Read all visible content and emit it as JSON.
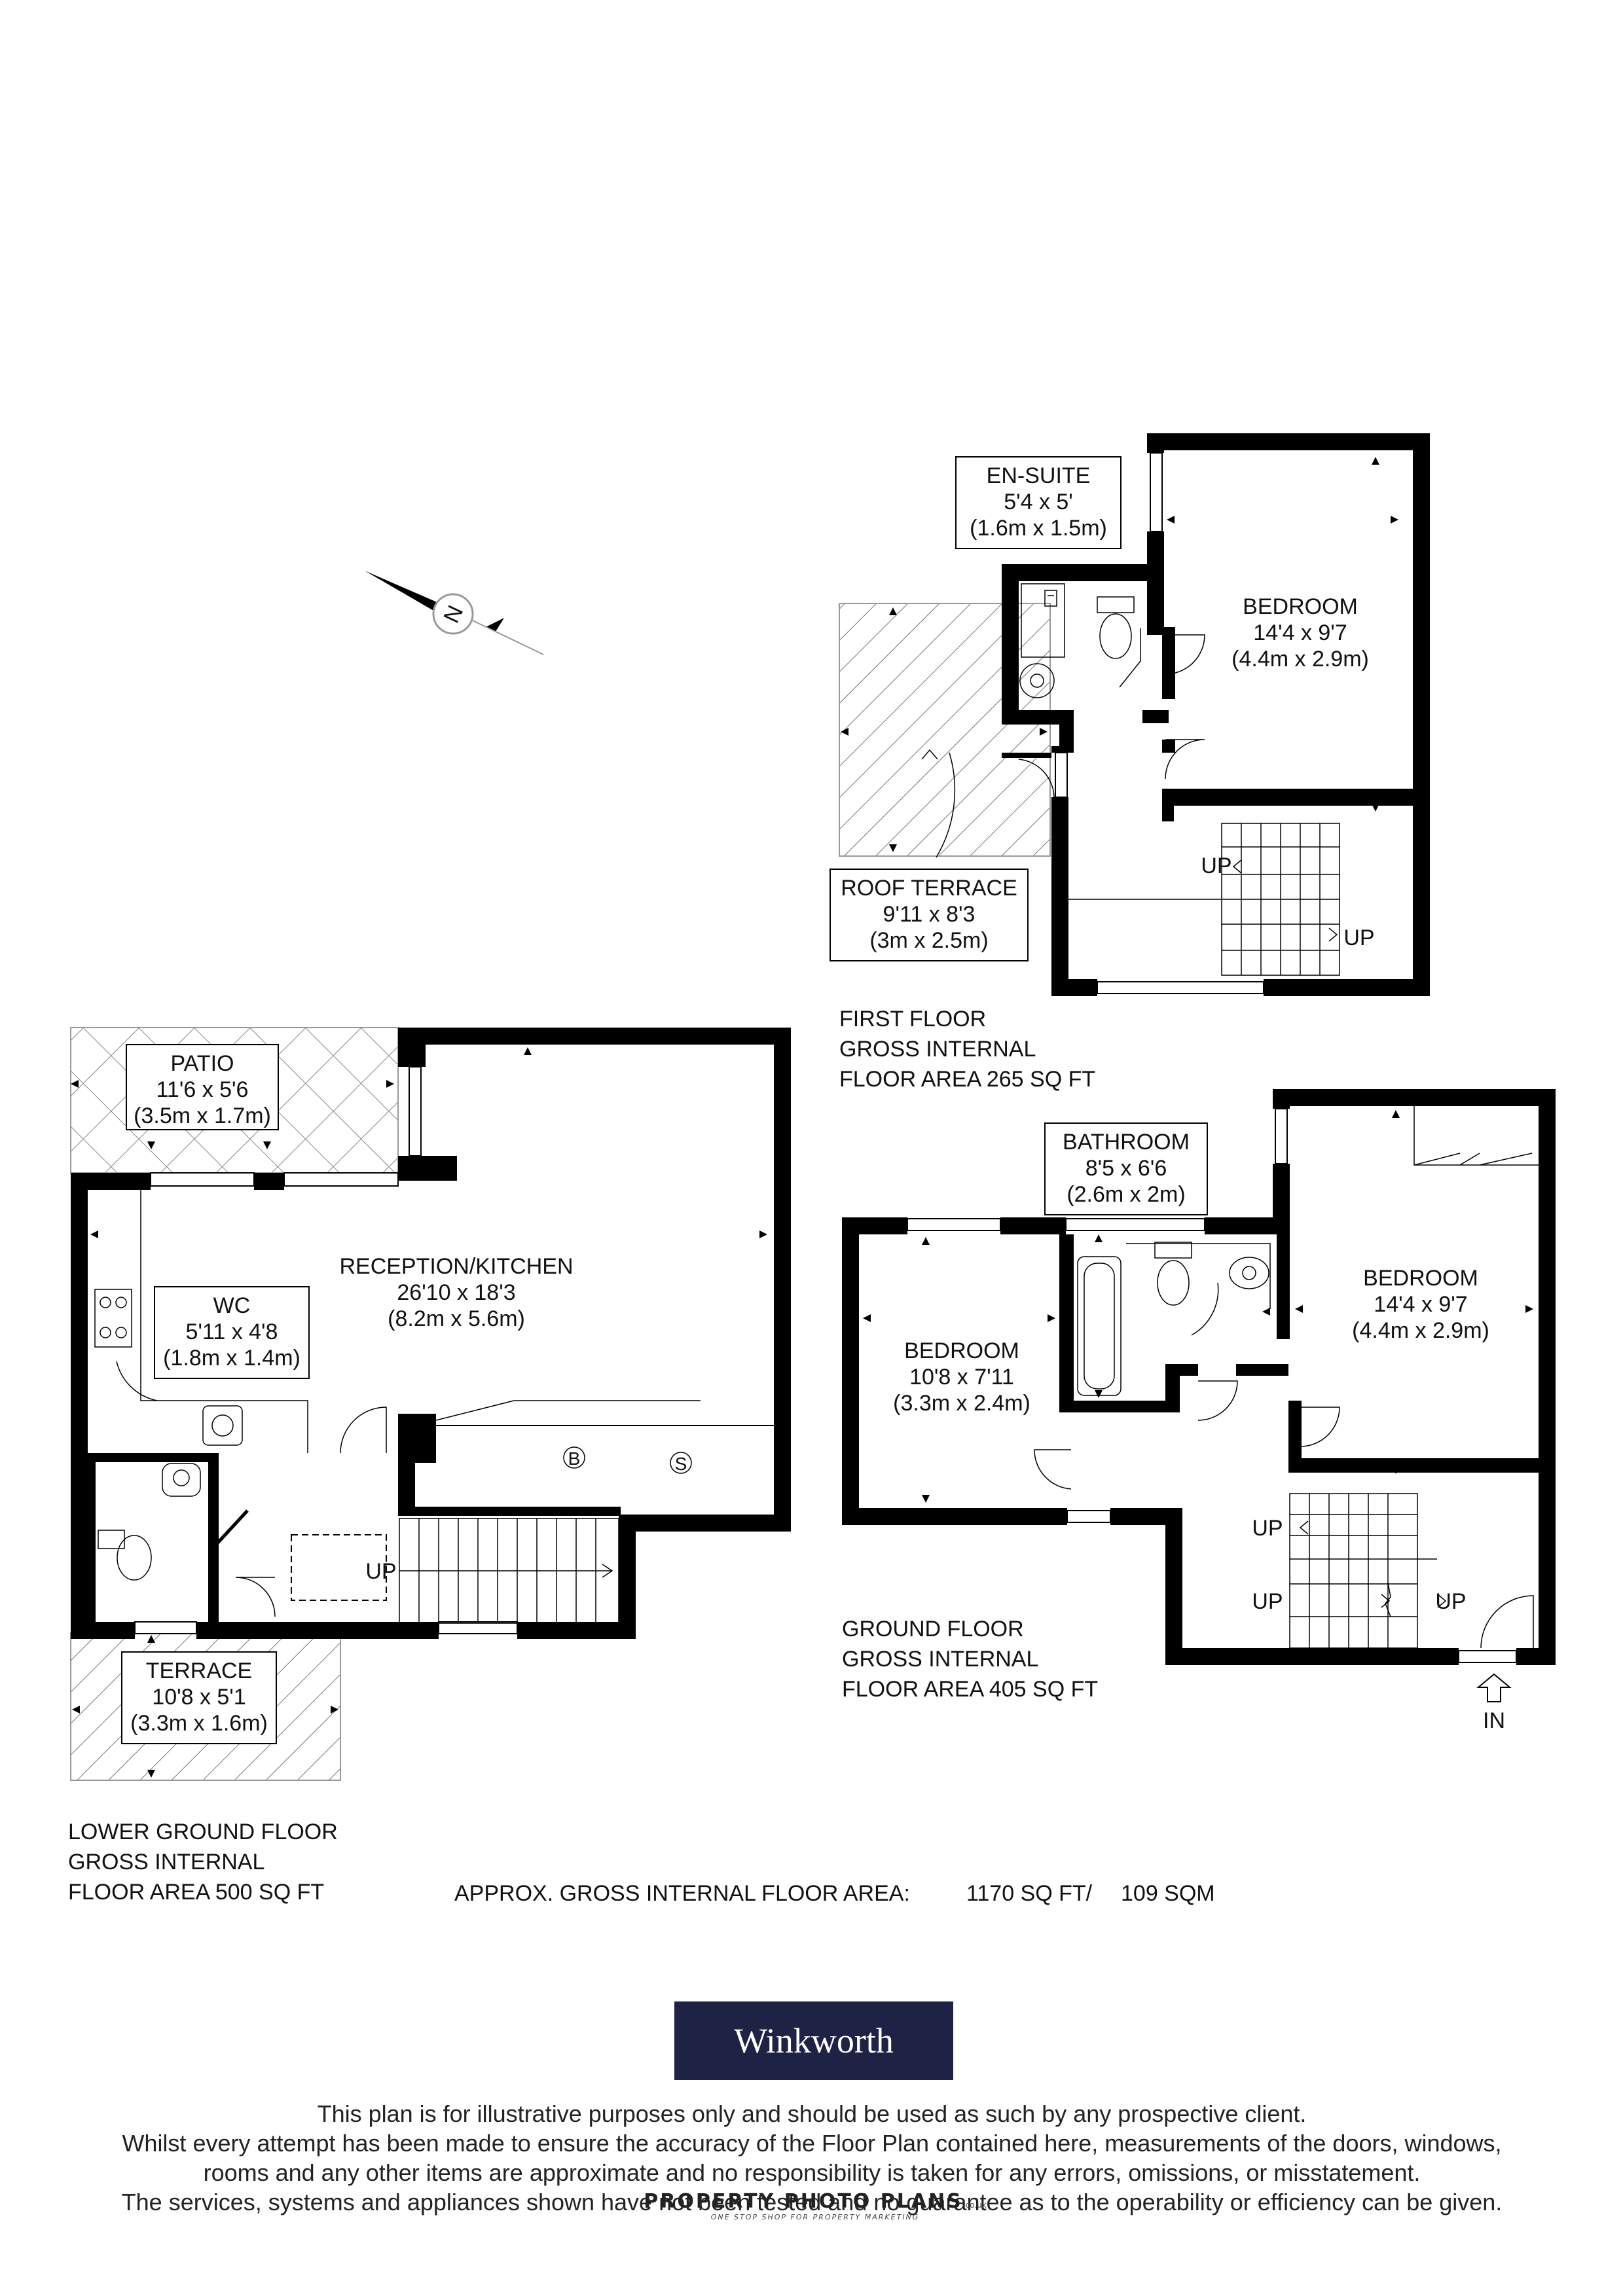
{
  "compass": {
    "label": "N"
  },
  "floors": {
    "lower_ground": {
      "title_lines": [
        "LOWER GROUND FLOOR",
        "GROSS INTERNAL",
        "FLOOR AREA 500 SQ FT"
      ],
      "rooms": {
        "patio": {
          "name": "PATIO",
          "size_imperial": "11'6 x 5'6",
          "size_metric": "(3.5m x 1.7m)"
        },
        "reception": {
          "name": "RECEPTION/KITCHEN",
          "size_imperial": "26'10 x 18'3",
          "size_metric": "(8.2m x 5.6m)"
        },
        "wc": {
          "name": "WC",
          "size_imperial": "5'11 x 4'8",
          "size_metric": "(1.8m x 1.4m)"
        },
        "terrace": {
          "name": "TERRACE",
          "size_imperial": "10'8 x 5'1",
          "size_metric": "(3.3m x 1.6m)"
        }
      },
      "marks": {
        "up": "UP",
        "boiler": "B",
        "store": "S"
      }
    },
    "ground": {
      "title_lines": [
        "GROUND FLOOR",
        "GROSS INTERNAL",
        "FLOOR AREA 405 SQ FT"
      ],
      "rooms": {
        "bathroom": {
          "name": "BATHROOM",
          "size_imperial": "8'5 x 6'6",
          "size_metric": "(2.6m x 2m)"
        },
        "bedroom_left": {
          "name": "BEDROOM",
          "size_imperial": "10'8 x 7'11",
          "size_metric": "(3.3m x 2.4m)"
        },
        "bedroom_right": {
          "name": "BEDROOM",
          "size_imperial": "14'4 x 9'7",
          "size_metric": "(4.4m x 2.9m)"
        }
      },
      "marks": {
        "up": "UP",
        "entrance": "IN"
      }
    },
    "first": {
      "title_lines": [
        "FIRST FLOOR",
        "GROSS INTERNAL",
        "FLOOR AREA 265 SQ FT"
      ],
      "rooms": {
        "ensuite": {
          "name": "EN-SUITE",
          "size_imperial": "5'4 x 5'",
          "size_metric": "(1.6m x 1.5m)"
        },
        "bedroom": {
          "name": "BEDROOM",
          "size_imperial": "14'4 x 9'7",
          "size_metric": "(4.4m x 2.9m)"
        },
        "roof_terrace": {
          "name": "ROOF TERRACE",
          "size_imperial": "9'11 x 8'3",
          "size_metric": "(3m x 2.5m)"
        }
      },
      "marks": {
        "up": "UP"
      }
    }
  },
  "total_area": {
    "label": "APPROX. GROSS INTERNAL FLOOR AREA:",
    "sqft": "1170 SQ FT/",
    "sqm": "109 SQM"
  },
  "brand": {
    "name": "Winkworth",
    "color": "#1e2245"
  },
  "disclaimer": [
    "This plan is for illustrative purposes only and should be used as such by any prospective client.",
    "Whilst every attempt has been made to ensure the accuracy of the Floor Plan contained here, measurements of the doors, windows,",
    "rooms and any other items are approximate and no responsibility is taken for any errors, omissions, or misstatement.",
    "The services, systems and appliances shown have not been tested and no guarantee as to the operability or efficiency can be given."
  ],
  "footer_logo": {
    "main": "PROPERTY PHOTO PLANS",
    "domain": ".co.uk",
    "tagline": "ONE STOP SHOP FOR PROPERTY MARKETING"
  }
}
